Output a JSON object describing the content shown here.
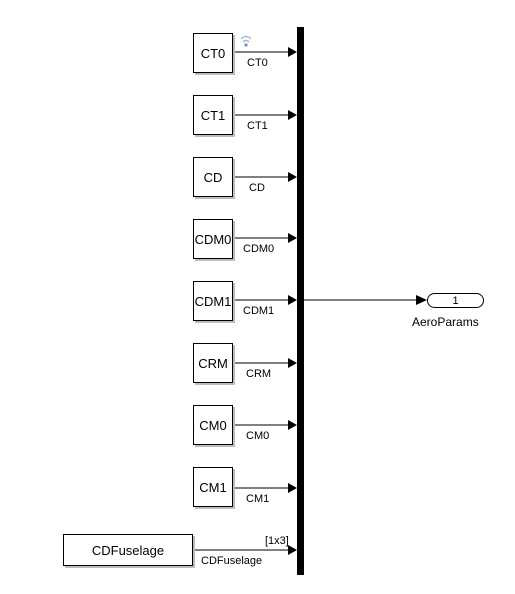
{
  "blocks": [
    {
      "label": "CT0",
      "signal": "CT0"
    },
    {
      "label": "CT1",
      "signal": "CT1"
    },
    {
      "label": "CD",
      "signal": "CD"
    },
    {
      "label": "CDM0",
      "signal": "CDM0"
    },
    {
      "label": "CDM1",
      "signal": "CDM1"
    },
    {
      "label": "CRM",
      "signal": "CRM"
    },
    {
      "label": "CM0",
      "signal": "CM0"
    },
    {
      "label": "CM1",
      "signal": "CM1"
    },
    {
      "label": "CDFuselage",
      "signal": "CDFuselage",
      "dimension": "[1x3]"
    }
  ],
  "outport": {
    "number": "1",
    "name": "AeroParams"
  },
  "colors": {
    "line": "#000000",
    "shadow": "#bdbdbd",
    "wifi_icon": "#9fb9d3"
  }
}
